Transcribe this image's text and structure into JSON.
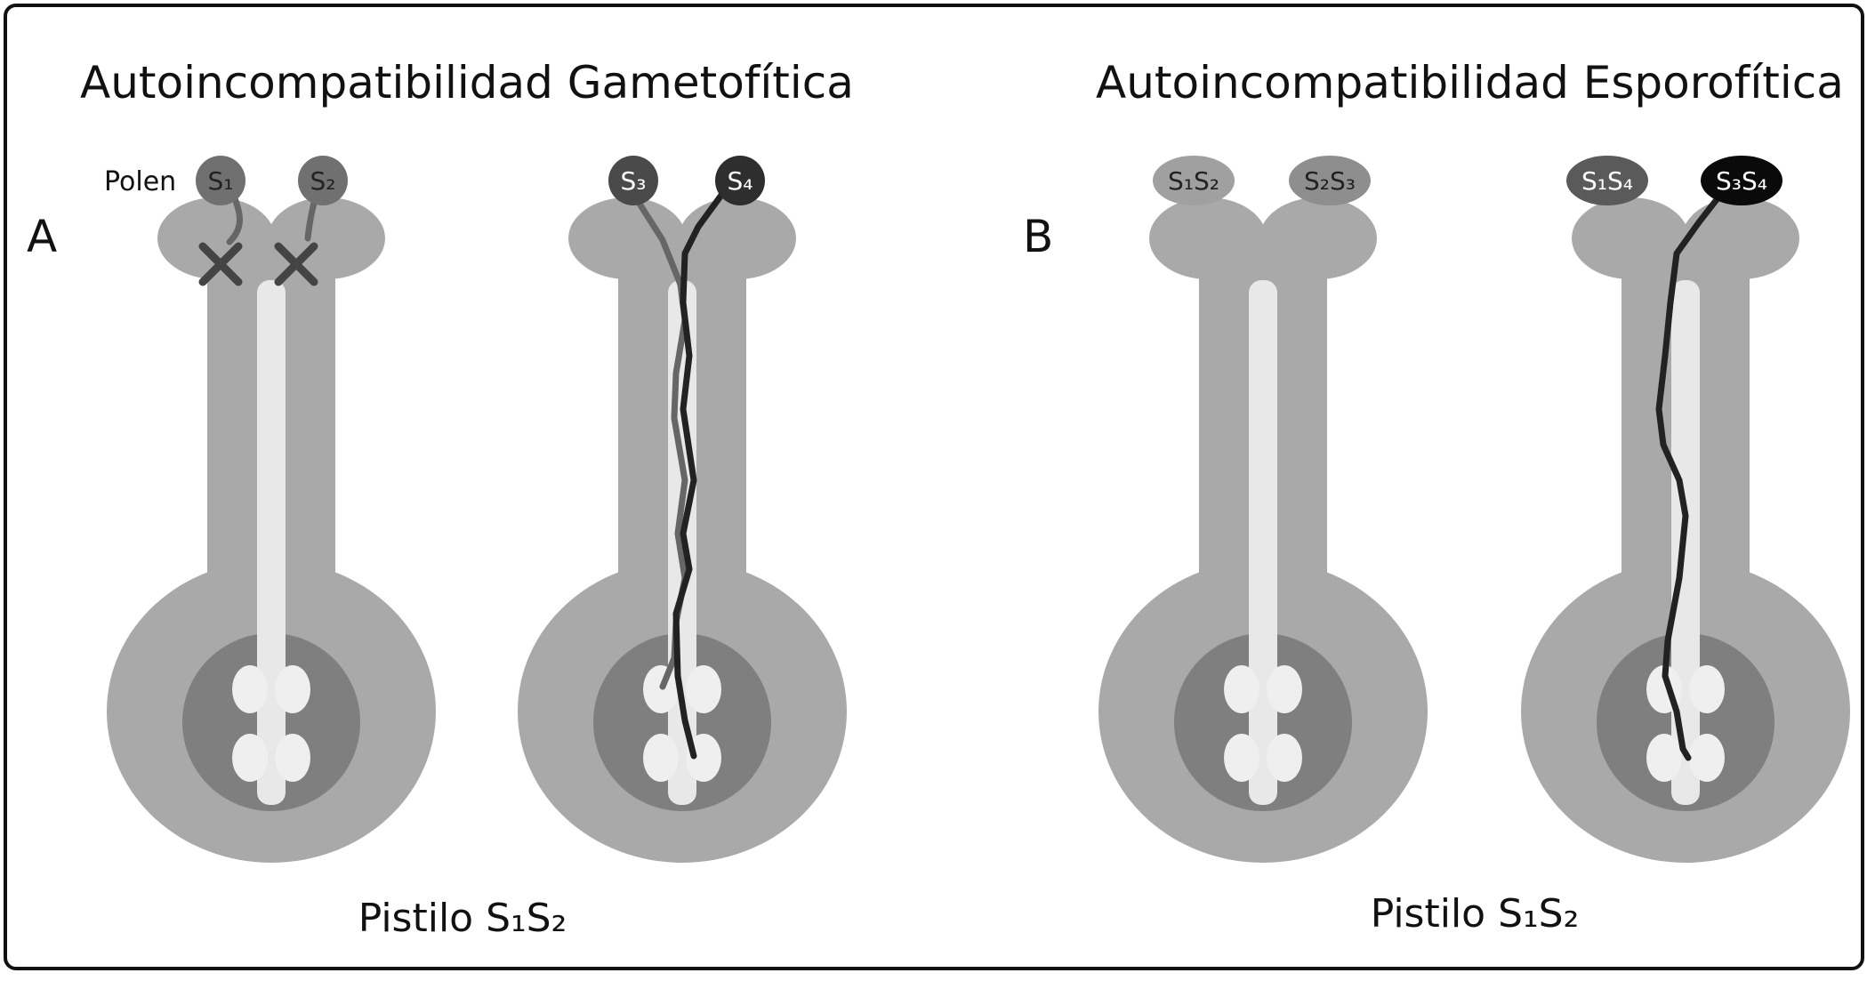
{
  "panel_a": {
    "title": "Autoincompatibilidad Gametofítica",
    "letter": "A",
    "polen_label": "Polen",
    "pistil_caption": "Pistilo S₁S₂",
    "pistil_1_pollen": [
      "S₁",
      "S₂"
    ],
    "pistil_2_pollen": [
      "S₃",
      "S₄"
    ]
  },
  "panel_b": {
    "title": "Autoincompatibilidad Esporofítica",
    "letter": "B",
    "pistil_caption": "Pistilo S₁S₂",
    "pistil_3_pollen": [
      "S₁S₂",
      "S₂S₃"
    ],
    "pistil_4_pollen": [
      "S₁S₄",
      "S₃S₄"
    ]
  },
  "colors": {
    "pistil": "#a9a9a9",
    "ovary_inner": "#7f7f7f",
    "style_canal": "#e8e8e8",
    "ovule": "#efefef",
    "tube_dark": "#222222",
    "tube_mid": "#666666",
    "x_mark": "#444444"
  }
}
